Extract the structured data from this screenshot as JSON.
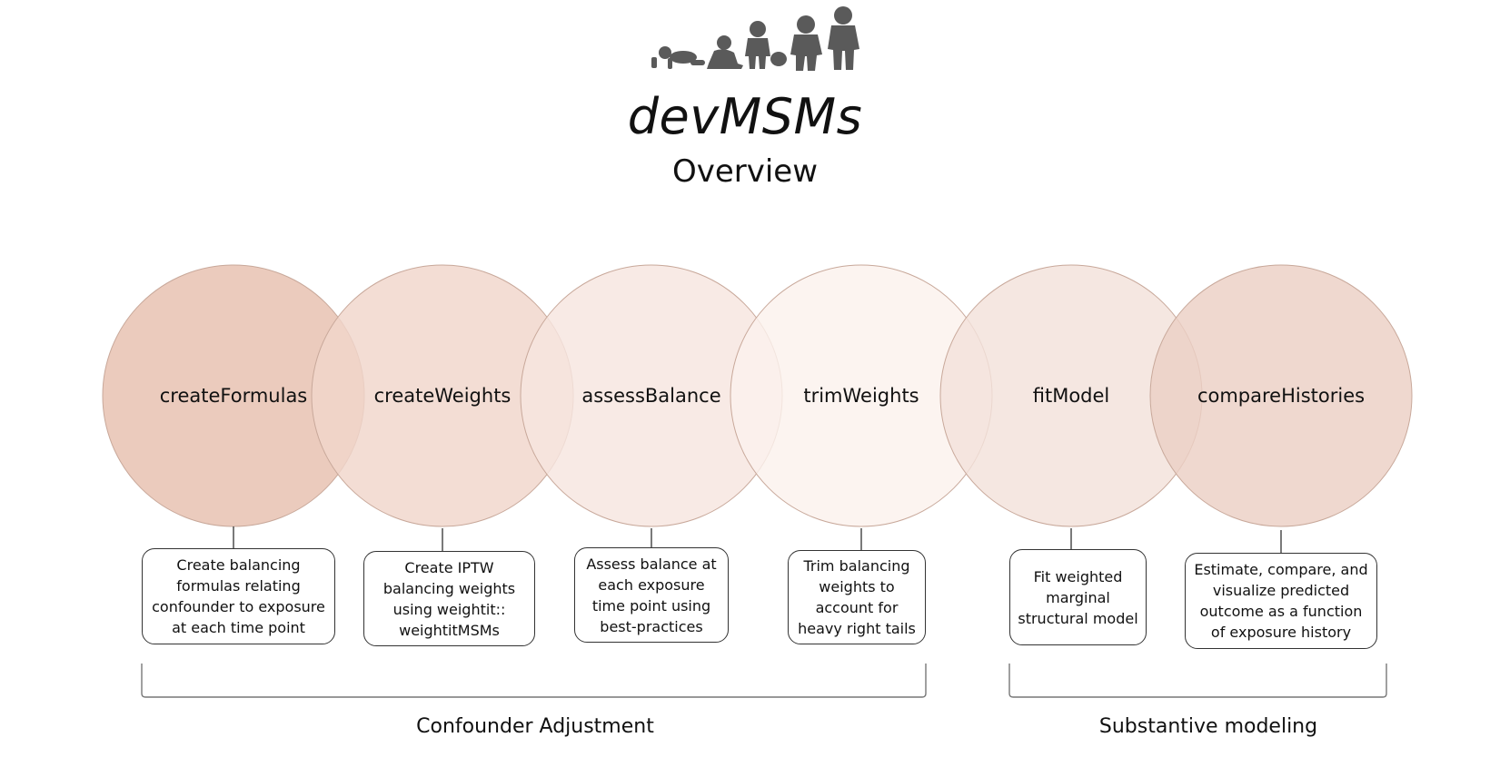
{
  "header": {
    "title": "devMSMs",
    "subtitle": "Overview",
    "logo_icon": "child-development-silhouettes-icon"
  },
  "steps": [
    {
      "name": "createFormulas",
      "description": "Create balancing formulas relating confounder to exposure at each time point",
      "color": "#e6bfae"
    },
    {
      "name": "createWeights",
      "description": "Create IPTW balancing weights using weightit:: weightitMSMs",
      "color": "#f0d5ca"
    },
    {
      "name": "assessBalance",
      "description": "Assess balance at each exposure time point using best-practices",
      "color": "#f6e5df"
    },
    {
      "name": "trimWeights",
      "description": "Trim balancing weights to account for heavy right tails",
      "color": "#fbf1ed"
    },
    {
      "name": "fitModel",
      "description": "Fit weighted marginal structural model",
      "color": "#f3e2da"
    },
    {
      "name": "compareHistories",
      "description": "Estimate, compare, and visualize predicted outcome as a function of exposure history",
      "color": "#ebd0c4"
    }
  ],
  "groups": [
    {
      "label": "Confounder Adjustment"
    },
    {
      "label": "Substantive modeling"
    }
  ],
  "colors": {
    "circle_stroke": "#c8a89a",
    "line": "#333333",
    "silhouette": "#5a5a5a"
  }
}
